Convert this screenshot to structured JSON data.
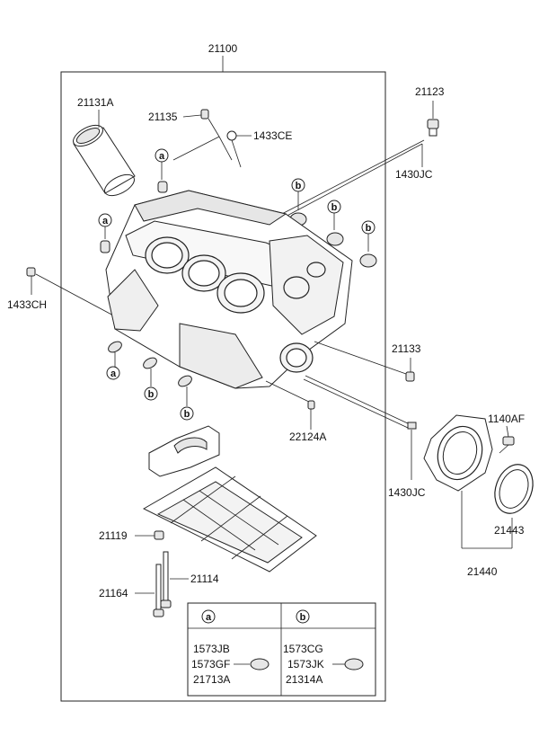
{
  "labels": {
    "p21100": "21100",
    "p21131a": "21131A",
    "p21135": "21135",
    "p1433ce": "1433CE",
    "p21123": "21123",
    "p1430jc_top": "1430JC",
    "p1433ch": "1433CH",
    "p21133": "21133",
    "p22124a": "22124A",
    "p1140af": "1140AF",
    "p1430jc_bottom": "1430JC",
    "p21443": "21443",
    "p21440": "21440",
    "p21119": "21119",
    "p21114": "21114",
    "p21164": "21164"
  },
  "callouts": {
    "a": "a",
    "b": "b"
  },
  "legend": {
    "a_header": "a",
    "b_header": "b",
    "a_lines": [
      "1573JB",
      "1573GF",
      "21713A"
    ],
    "b_lines": [
      "1573CG",
      "1573JK",
      "21314A"
    ]
  }
}
